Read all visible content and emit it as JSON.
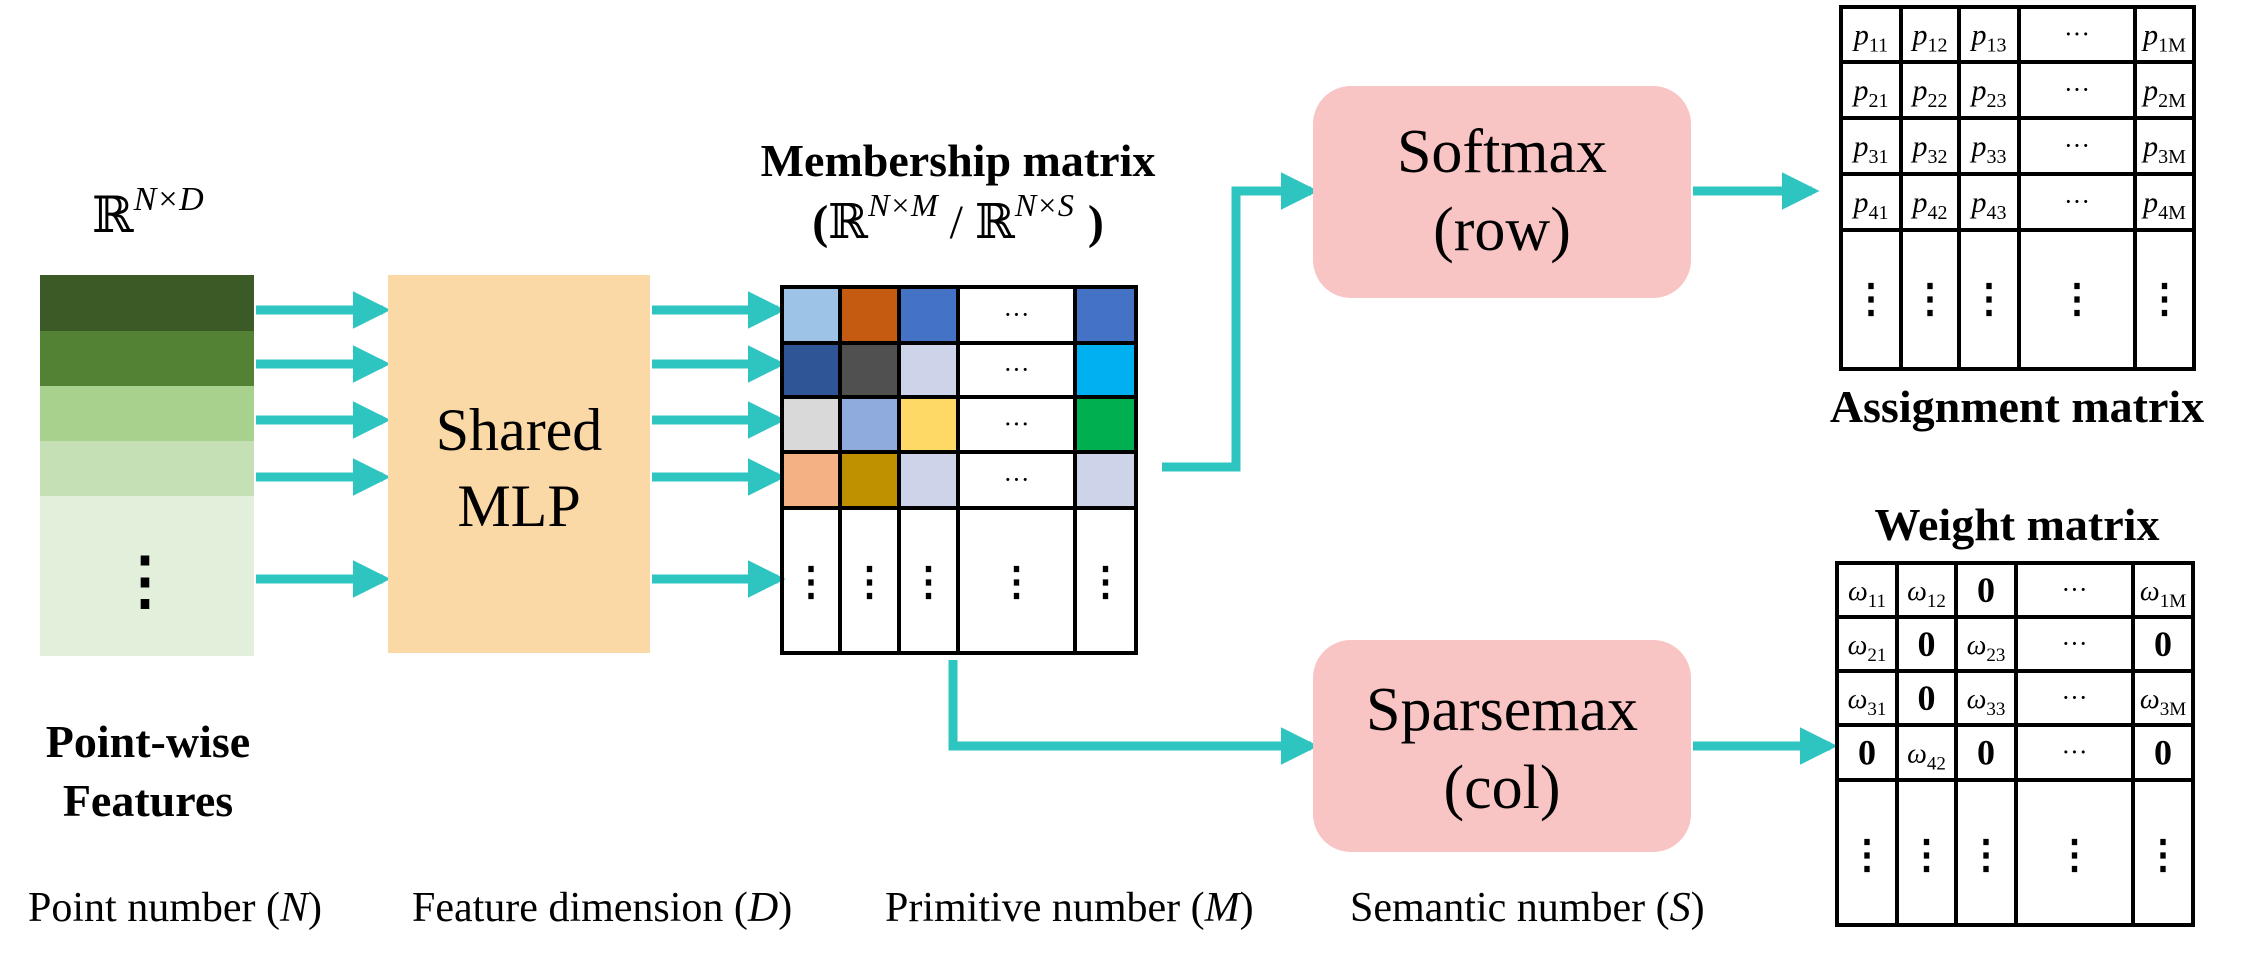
{
  "colors": {
    "arrow": "#2EC4C0",
    "mlp_box": "#FBD9A7",
    "op_box": "#F9C4C4",
    "feature_shades": [
      "#3C5A26",
      "#548235",
      "#A9D18E",
      "#C5E0B4",
      "#E2EFDA"
    ],
    "membership_cells": [
      [
        "#9DC3E6",
        "#C55A11",
        "#4472C4",
        "#FFFFFF",
        "#4472C4"
      ],
      [
        "#2F5597",
        "#505050",
        "#CDD4EA",
        "#FFFFFF",
        "#00B0F0"
      ],
      [
        "#D9D9D9",
        "#8FAADC",
        "#FFD966",
        "#FFFFFF",
        "#00B050"
      ],
      [
        "#F4B183",
        "#BF9000",
        "#CDD4EA",
        "#FFFFFF",
        "#CDD4EA"
      ]
    ]
  },
  "features": {
    "space": "ℝ",
    "sup": "N×D",
    "label_line1": "Point-wise",
    "label_line2": "Features",
    "dots": "⋮"
  },
  "mlp": {
    "line1": "Shared",
    "line2": "MLP"
  },
  "membership": {
    "title": "Membership matrix",
    "open": "(",
    "space": "ℝ",
    "sup_m": "N×M",
    "slash": "/",
    "sup_s": "N×S",
    "close": ")",
    "cell_ellipsis": "···",
    "cell_vdots": "⋮"
  },
  "softmax": {
    "line1": "Softmax",
    "line2": "(row)"
  },
  "sparsemax": {
    "line1": "Sparsemax",
    "line2": "(col)"
  },
  "assignment": {
    "title": "Assignment matrix",
    "symbol": "p",
    "rows": [
      [
        "11",
        "12",
        "13",
        "···",
        "1M"
      ],
      [
        "21",
        "22",
        "23",
        "···",
        "2M"
      ],
      [
        "31",
        "32",
        "33",
        "···",
        "3M"
      ],
      [
        "41",
        "42",
        "43",
        "···",
        "4M"
      ]
    ],
    "vdots": "⋮"
  },
  "weight": {
    "title": "Weight matrix",
    "symbol": "ω",
    "zero": "0",
    "rows": [
      [
        "11",
        "12",
        "0",
        "···",
        "1M"
      ],
      [
        "21",
        "0",
        "23",
        "···",
        "0"
      ],
      [
        "31",
        "0",
        "33",
        "···",
        "3M"
      ],
      [
        "0",
        "42",
        "0",
        "···",
        "0"
      ]
    ],
    "vdots": "⋮"
  },
  "legend": [
    {
      "text": "Point number (",
      "var": "N",
      "end": ")"
    },
    {
      "text": "Feature dimension (",
      "var": "D",
      "end": ")"
    },
    {
      "text": "Primitive number (",
      "var": "M",
      "end": ")"
    },
    {
      "text": "Semantic number (",
      "var": "S",
      "end": ")"
    }
  ]
}
